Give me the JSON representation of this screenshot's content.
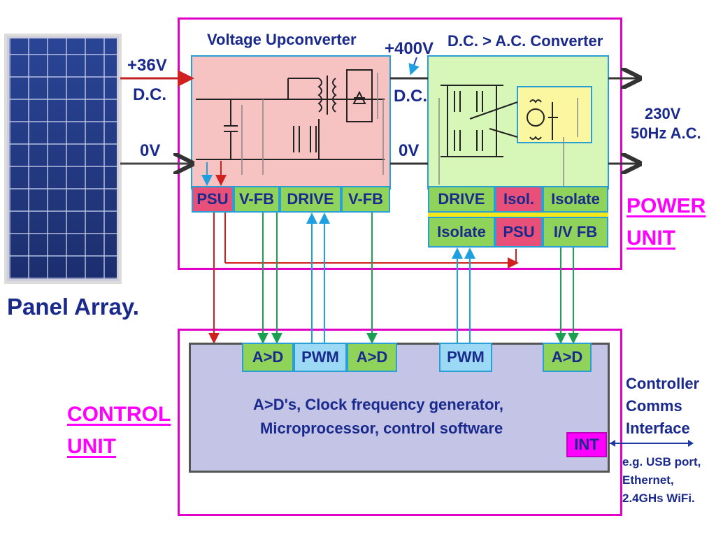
{
  "panel": {
    "caption": "Panel Array."
  },
  "inputs": {
    "v_plus": "+36V",
    "dc": "D.C.",
    "zero": "0V"
  },
  "link": {
    "v_plus": "+400V",
    "dc": "D.C.",
    "zero": "0V"
  },
  "output": {
    "line1": "230V",
    "line2": "50Hz A.C."
  },
  "upconverter": {
    "title": "Voltage Upconverter",
    "blocks": [
      "PSU",
      "V-FB",
      "DRIVE",
      "V-FB"
    ]
  },
  "inverter": {
    "title": "D.C. > A.C. Converter",
    "top_blocks": [
      "DRIVE",
      "Isol.",
      "Isolate"
    ],
    "bottom_blocks": [
      "Isolate",
      "PSU",
      "I/V FB"
    ]
  },
  "power_unit": {
    "line1": "POWER",
    "line2": "UNIT"
  },
  "control_unit": {
    "line1": "CONTROL",
    "line2": "UNIT"
  },
  "controller": {
    "blocks": [
      "A>D",
      "PWM",
      "A>D",
      "PWM",
      "A>D"
    ],
    "desc_line1": "A>D's, Clock frequency generator,",
    "desc_line2": "Microprocessor, control software",
    "int_label": "INT"
  },
  "comms": {
    "title1": "Controller",
    "title2": "Comms",
    "title3": "Interface",
    "ex1": "e.g. USB port,",
    "ex2": "Ethernet,",
    "ex3": "2.4GHs WiFi."
  },
  "colors": {
    "magenta": "#e000c8",
    "navy": "#1a2a8c",
    "green_wire": "#1aa050",
    "red_wire": "#d02020",
    "blue_wire": "#1ea0e0"
  }
}
